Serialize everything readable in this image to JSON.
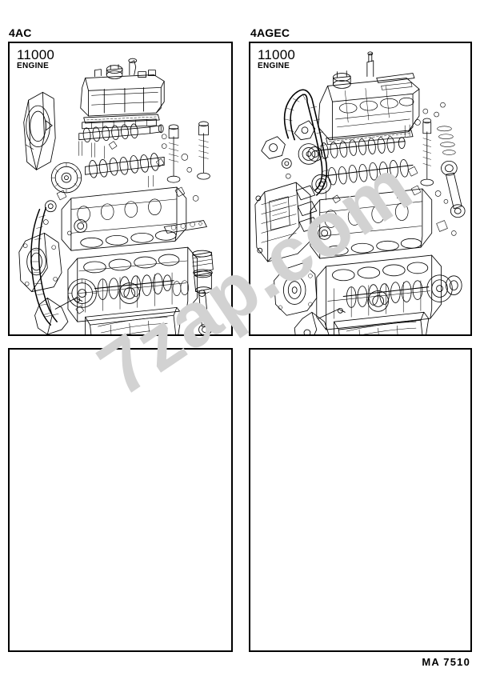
{
  "document": {
    "type": "parts-catalog-page",
    "footer_code": "MA  7510",
    "watermark": "7zap.com"
  },
  "panels": [
    {
      "id": "top-left",
      "section_label": "4AC",
      "group_number": "11000",
      "group_name": "ENGINE",
      "has_diagram": true,
      "diagram_caption": "exploded view of 4AC engine short block assembly"
    },
    {
      "id": "top-right",
      "section_label": "4AGEC",
      "group_number": "11000",
      "group_name": "ENGINE",
      "has_diagram": true,
      "diagram_caption": "exploded view of 4AGEC twin cam engine assembly"
    },
    {
      "id": "bottom-left",
      "section_label": "",
      "group_number": "",
      "group_name": "",
      "has_diagram": false,
      "diagram_caption": ""
    },
    {
      "id": "bottom-right",
      "section_label": "",
      "group_number": "",
      "group_name": "",
      "has_diagram": false,
      "diagram_caption": ""
    }
  ],
  "colors": {
    "page_background": "#ffffff",
    "ink": "#000000",
    "watermark": "#d2d2d2",
    "panel_border": "#000000"
  }
}
